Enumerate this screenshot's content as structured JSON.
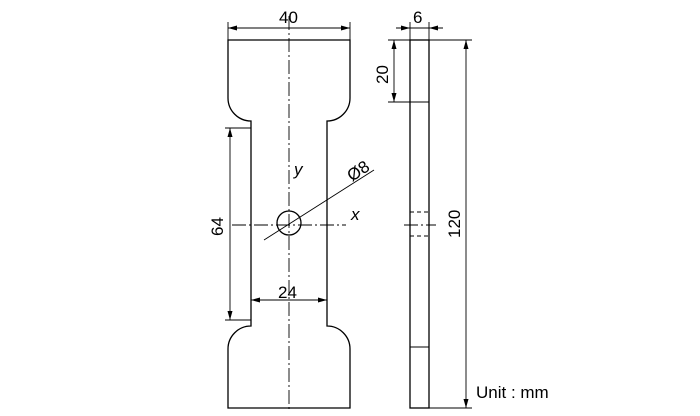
{
  "dimensions": {
    "top_width": "40",
    "side_thickness": "6",
    "grip_length": "20",
    "total_length": "120",
    "gauge_length": "64",
    "gauge_width": "24",
    "hole_diameter": "Ø8"
  },
  "axes": {
    "x_label": "x",
    "y_label": "y"
  },
  "unit_label": "Unit : mm"
}
